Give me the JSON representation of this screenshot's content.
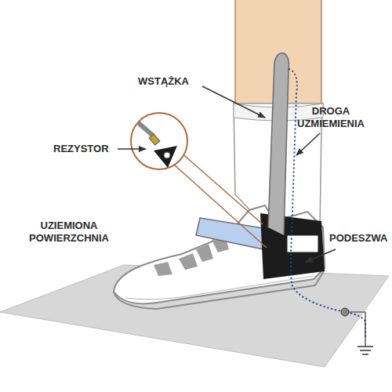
{
  "diagram": {
    "labels": [
      "WSTĄŻKA",
      "DROGA UZMIEMIENIA",
      "REZYSTOR",
      "UZIEMIONA POWIERZCHNIA",
      "PODESZWA"
    ]
  }
}
